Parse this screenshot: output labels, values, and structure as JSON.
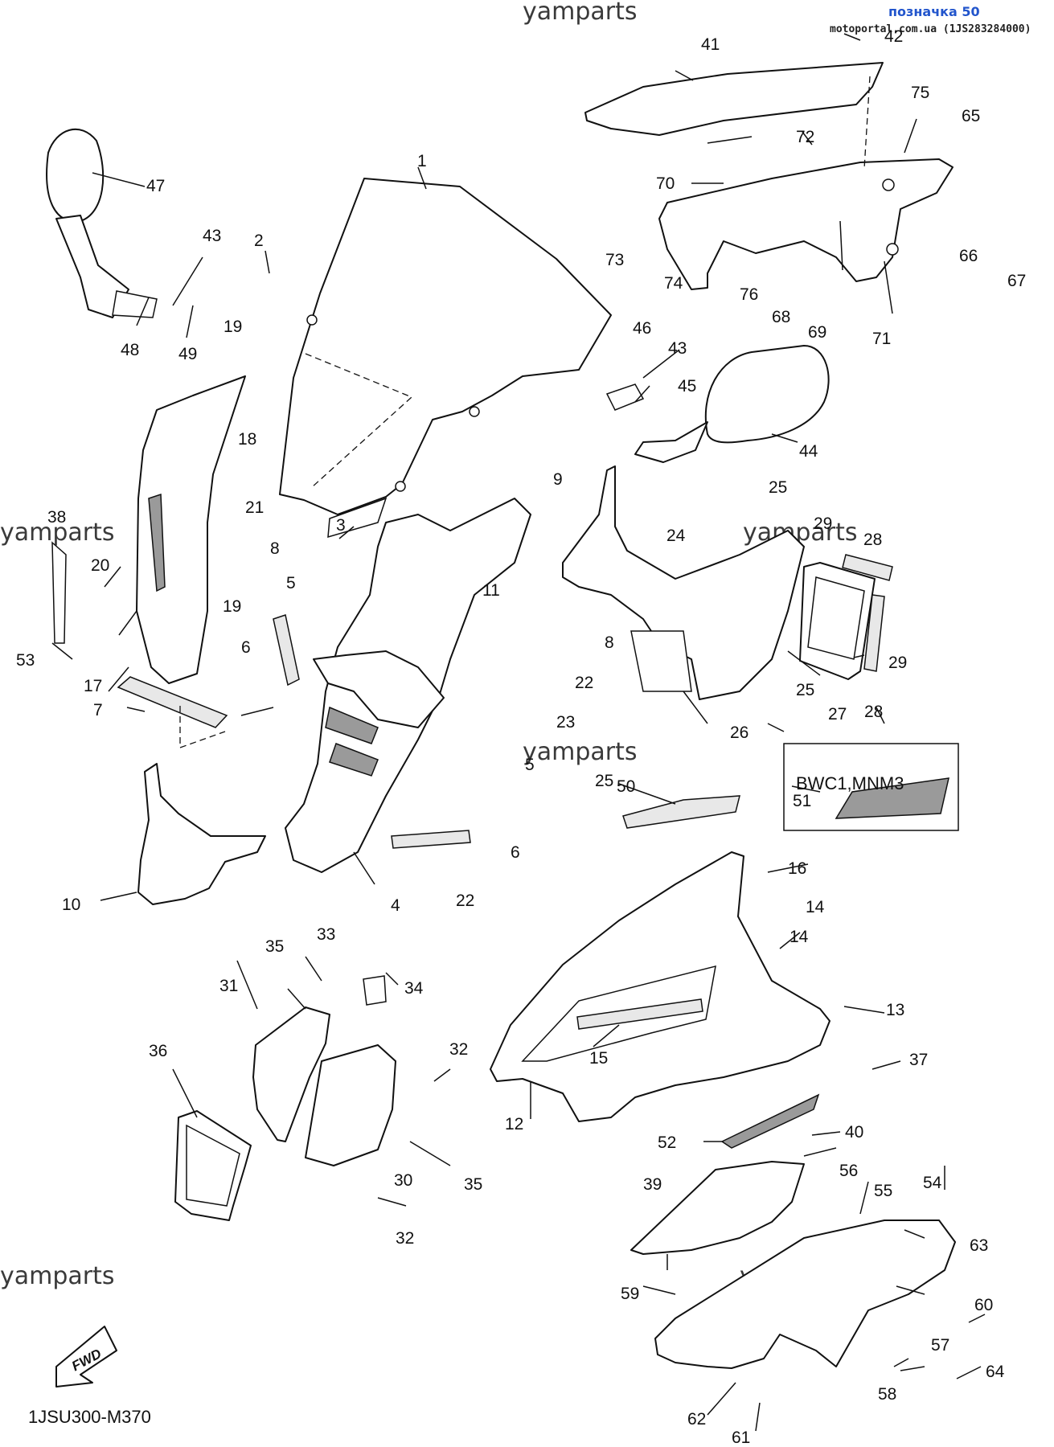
{
  "header": {
    "watermark_top": "yamparts",
    "label": "позначка 50",
    "source": "motoportal.com.ua (1JS283284000)"
  },
  "watermarks": [
    "yamparts",
    "yamparts",
    "yamparts",
    "yamparts"
  ],
  "callouts": [
    "1",
    "2",
    "3",
    "4",
    "5",
    "5",
    "6",
    "6",
    "7",
    "8",
    "8",
    "9",
    "10",
    "11",
    "12",
    "13",
    "14",
    "14",
    "15",
    "16",
    "17",
    "18",
    "19",
    "19",
    "20",
    "21",
    "22",
    "22",
    "23",
    "24",
    "25",
    "25",
    "25",
    "26",
    "27",
    "28",
    "28",
    "29",
    "29",
    "30",
    "31",
    "32",
    "32",
    "33",
    "34",
    "35",
    "35",
    "36",
    "37",
    "38",
    "39",
    "40",
    "41",
    "42",
    "43",
    "43",
    "44",
    "45",
    "46",
    "47",
    "48",
    "49",
    "50",
    "51",
    "52",
    "53",
    "54",
    "55",
    "56",
    "57",
    "58",
    "59",
    "60",
    "61",
    "62",
    "63",
    "64",
    "65",
    "66",
    "67",
    "68",
    "69",
    "70",
    "71",
    "72",
    "73",
    "74",
    "75",
    "76"
  ],
  "variant_box": {
    "label": "BWC1,MNM3",
    "part": "51"
  },
  "fwd_label": "FWD",
  "diagram_code": "1JSU300-M370"
}
